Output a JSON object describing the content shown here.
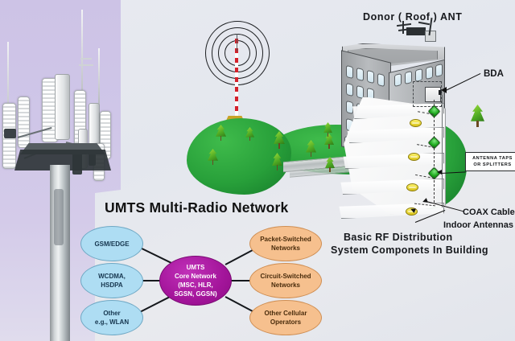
{
  "slide": {
    "background_color": "#e6e9ef"
  },
  "photo_left": {
    "name": "cell-tower-photo",
    "sky_color": "#cfc6e8",
    "description": "cell tower with panel antennas"
  },
  "rf_building": {
    "title_top": "Donor ( Roof ) ANT",
    "caption_line1": "Basic RF Distribution",
    "caption_line2": "System Componets In Building",
    "labels": {
      "bda": "BDA",
      "antenna_taps": "ANTENNA TAPS\nOR SPLITTERS",
      "antenna_taps_line1": "ANTENNA TAPS",
      "antenna_taps_line2": "OR SPLITTERS",
      "coax": "COAX Cables",
      "indoor_antennas": "Indoor Antennas"
    },
    "colors": {
      "tap": "#18a518",
      "indoor_antenna": "#d9c31a",
      "building": "#a9acaf"
    }
  },
  "umts_diagram": {
    "title": "UMTS Multi-Radio Network",
    "core": {
      "lines": [
        "UMTS",
        "Core Network",
        "(MSC, HLR,",
        "SGSN, GGSN)"
      ],
      "color": "#a3159a"
    },
    "left_nodes": [
      {
        "lines": [
          "GSM/EDGE"
        ]
      },
      {
        "lines": [
          "WCDMA,",
          "HSDPA"
        ]
      },
      {
        "lines": [
          "Other",
          "e.g., WLAN"
        ]
      }
    ],
    "right_nodes": [
      {
        "lines": [
          "Packet-Switched",
          "Networks"
        ]
      },
      {
        "lines": [
          "Circuit-Switched",
          "Networks"
        ]
      },
      {
        "lines": [
          "Other Cellular",
          "Operators"
        ]
      }
    ],
    "left_color": "#aeddf3",
    "right_color": "#f6c08e"
  }
}
